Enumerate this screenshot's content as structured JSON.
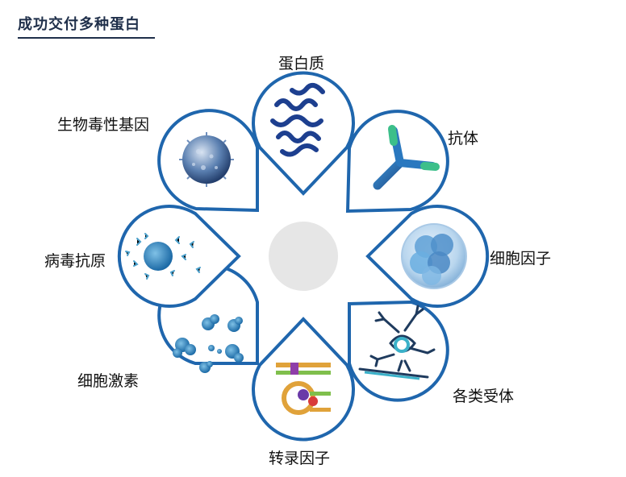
{
  "heading": "成功交付多种蛋白",
  "items": [
    {
      "label": "蛋白质",
      "icon": "protein-structure-icon"
    },
    {
      "label": "抗体",
      "icon": "antibody-icon"
    },
    {
      "label": "细胞因子",
      "icon": "cell-cluster-icon"
    },
    {
      "label": "各类受体",
      "icon": "receptor-icon"
    },
    {
      "label": "转录因子",
      "icon": "transcription-factor-icon"
    },
    {
      "label": "细胞激素",
      "icon": "hormone-particles-icon"
    },
    {
      "label": "病毒抗原",
      "icon": "virus-antigen-icon"
    },
    {
      "label": "生物毒性基因",
      "icon": "virus-icon"
    }
  ],
  "colors": {
    "accent": "#1f66ad",
    "heading": "#1f2f4a",
    "center": "#e6e6e6"
  }
}
